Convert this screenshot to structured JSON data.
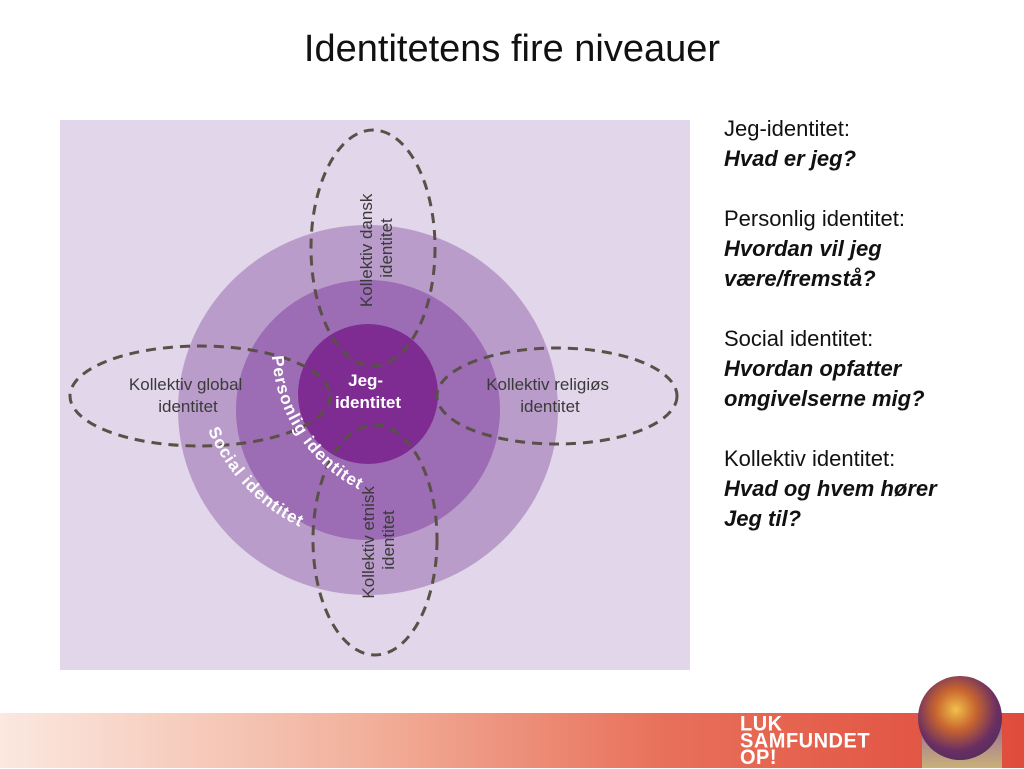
{
  "title": "Identitetens fire niveauer",
  "diagram": {
    "center_lines": [
      "Jeg-",
      "identitet"
    ],
    "ring_personal": "Personlig identitet",
    "ring_social": "Social identitet",
    "top_lines": [
      "Kollektiv dansk",
      "identitet"
    ],
    "bottom_lines": [
      "Kollektiv etnisk",
      "identitet"
    ],
    "left_lines": [
      "Kollektiv global",
      "identitet"
    ],
    "right_lines": [
      "Kollektiv religiøs",
      "identitet"
    ],
    "colors": {
      "panel": "#e2d6ea",
      "outer_ring": "#b99cc9",
      "middle_ring": "#9c6cb4",
      "core": "#7e2c91",
      "dash": "#5a5048"
    }
  },
  "qa": [
    {
      "label": "Jeg-identitet:",
      "question": "Hvad er jeg?"
    },
    {
      "label": "Personlig identitet:",
      "question": "Hvordan vil jeg\nvære/fremstå?"
    },
    {
      "label": "Social identitet:",
      "question": "Hvordan opfatter\nomgivelserne mig?"
    },
    {
      "label": "Kollektiv identitet:",
      "question": "Hvad og hvem hører\nJeg til?"
    }
  ],
  "logo": {
    "text": "LUK\nSAMFUNDET\nOP!"
  }
}
